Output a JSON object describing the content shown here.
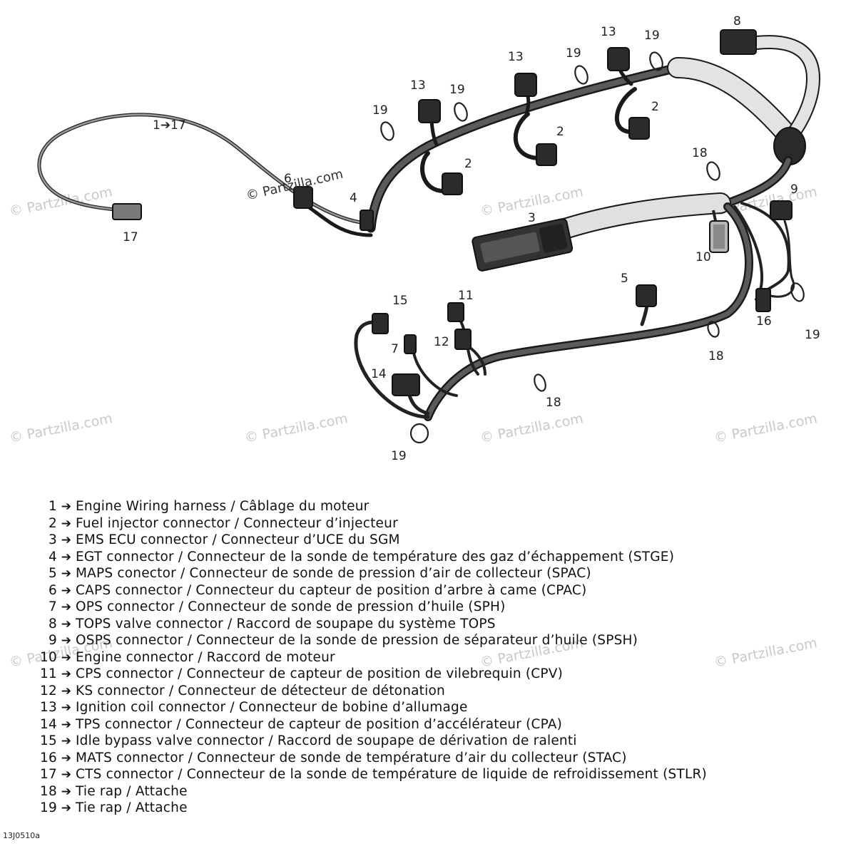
{
  "watermark": "© Partzilla.com",
  "credit": "© Partzilla.com",
  "figure_code": "13J0510a",
  "callouts": [
    {
      "id": "c8",
      "text": "8"
    },
    {
      "id": "c13a",
      "text": "13"
    },
    {
      "id": "c19a",
      "text": "19"
    },
    {
      "id": "c13b",
      "text": "13"
    },
    {
      "id": "c19b",
      "text": "19"
    },
    {
      "id": "c13c",
      "text": "13"
    },
    {
      "id": "c19c",
      "text": "19"
    },
    {
      "id": "c19d",
      "text": "19"
    },
    {
      "id": "c2a",
      "text": "2"
    },
    {
      "id": "c2b",
      "text": "2"
    },
    {
      "id": "c2c",
      "text": "2"
    },
    {
      "id": "c1_17",
      "text": "1➔17"
    },
    {
      "id": "c18a",
      "text": "18"
    },
    {
      "id": "c6",
      "text": "6"
    },
    {
      "id": "c4",
      "text": "4"
    },
    {
      "id": "c9",
      "text": "9"
    },
    {
      "id": "c3",
      "text": "3"
    },
    {
      "id": "c17",
      "text": "17"
    },
    {
      "id": "c10",
      "text": "10"
    },
    {
      "id": "c5",
      "text": "5"
    },
    {
      "id": "c15",
      "text": "15"
    },
    {
      "id": "c11",
      "text": "11"
    },
    {
      "id": "c12",
      "text": "12"
    },
    {
      "id": "c7",
      "text": "7"
    },
    {
      "id": "c16",
      "text": "16"
    },
    {
      "id": "c19e",
      "text": "19"
    },
    {
      "id": "c18b",
      "text": "18"
    },
    {
      "id": "c14",
      "text": "14"
    },
    {
      "id": "c18c",
      "text": "18"
    },
    {
      "id": "c19f",
      "text": "19"
    }
  ],
  "legend": [
    {
      "num": "1",
      "text": "Engine Wiring harness / Câblage du moteur"
    },
    {
      "num": "2",
      "text": "Fuel injector connector / Connecteur d’injecteur"
    },
    {
      "num": "3",
      "text": "EMS ECU connector / Connecteur d’UCE du SGM"
    },
    {
      "num": "4",
      "text": "EGT connector / Connecteur de la sonde de température des gaz d’échappement (STGE)"
    },
    {
      "num": "5",
      "text": "MAPS conector / Connecteur de sonde de pression d’air de collecteur (SPAC)"
    },
    {
      "num": "6",
      "text": "CAPS connector / Connecteur du capteur de position d’arbre à came (CPAC)"
    },
    {
      "num": "7",
      "text": "OPS connector / Connecteur de sonde de pression d’huile (SPH)"
    },
    {
      "num": "8",
      "text": "TOPS valve connector / Raccord de soupape du système TOPS"
    },
    {
      "num": "9",
      "text": "OSPS connector / Connecteur de la sonde de pression de séparateur d’huile (SPSH)"
    },
    {
      "num": "10",
      "text": "Engine connector / Raccord de moteur"
    },
    {
      "num": "11",
      "text": "CPS connector / Connecteur de capteur de position de vilebrequin (CPV)"
    },
    {
      "num": "12",
      "text": "KS connector / Connecteur de détecteur de détonation"
    },
    {
      "num": "13",
      "text": "Ignition coil connector / Connecteur de bobine d’allumage"
    },
    {
      "num": "14",
      "text": "TPS connector / Connecteur de capteur de position d’accélérateur (CPA)"
    },
    {
      "num": "15",
      "text": "Idle bypass valve connector / Raccord de soupape de dérivation de ralenti"
    },
    {
      "num": "16",
      "text": "MATS connector / Connecteur de sonde de température d’air du collecteur (STAC)"
    },
    {
      "num": "17",
      "text": "CTS connector / Connecteur de la sonde de température de liquide de refroidissement (STLR)"
    },
    {
      "num": "18",
      "text": "Tie rap / Attache"
    },
    {
      "num": "19",
      "text": "Tie rap / Attache"
    }
  ],
  "legend_arrow": "➔"
}
